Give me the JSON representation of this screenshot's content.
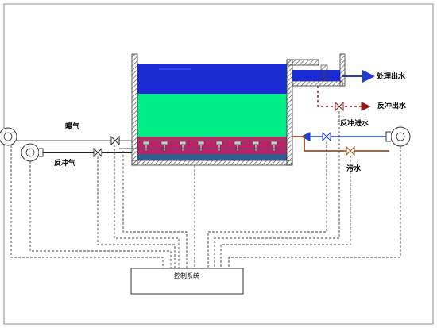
{
  "labels": {
    "treated_out": "处理出水",
    "backwash_out": "反冲出水",
    "backwash_in": "反冲进水",
    "aeration": "曝气",
    "backwash_air": "反冲气",
    "sewage": "污水",
    "control": "控制系统"
  },
  "colors": {
    "water_top": "#1a2bd4",
    "media": "#00ee88",
    "support_layer": "#c0286a",
    "bottom": "#2f5f8f",
    "inlet_pipe": "#a84a18",
    "blue_line": "#1f3fd4",
    "backwash_red": "#8b1a1a",
    "hatch": "#555555"
  },
  "icons": [
    "blower-icon",
    "pump-icon",
    "valve-icon",
    "arrow-icon"
  ]
}
